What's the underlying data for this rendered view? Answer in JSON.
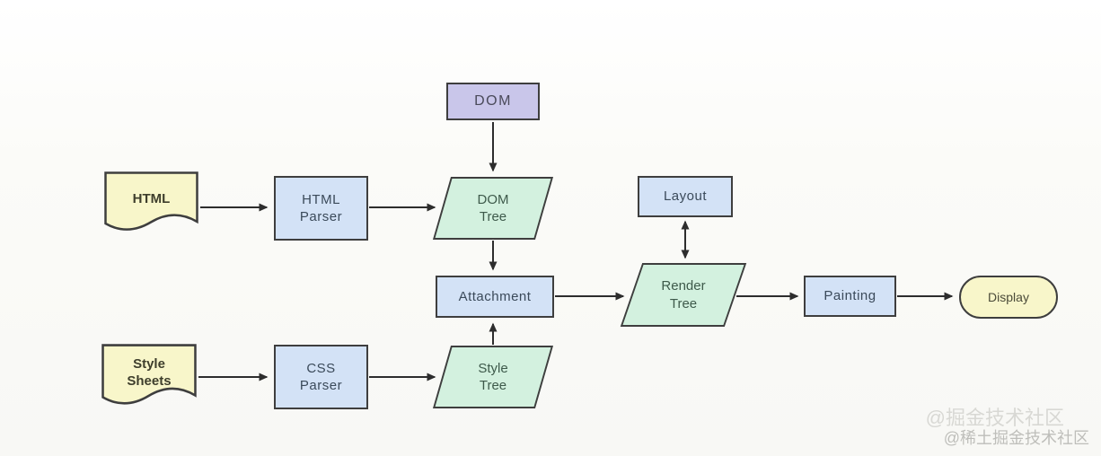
{
  "nodes": {
    "dom": {
      "label": "DOM"
    },
    "html_doc": {
      "label": "HTML"
    },
    "html_parser": {
      "label": "HTML\nParser"
    },
    "dom_tree": {
      "label": "DOM\nTree"
    },
    "layout": {
      "label": "Layout"
    },
    "attachment": {
      "label": "Attachment"
    },
    "render_tree": {
      "label": "Render\nTree"
    },
    "painting": {
      "label": "Painting"
    },
    "display": {
      "label": "Display"
    },
    "style_sheets": {
      "label": "Style\nSheets"
    },
    "css_parser": {
      "label": "CSS\nParser"
    },
    "style_tree": {
      "label": "Style\nTree"
    }
  },
  "edges": [
    {
      "from": "DOM",
      "to": "DOM Tree",
      "bidirectional": false
    },
    {
      "from": "HTML",
      "to": "HTML Parser",
      "bidirectional": false
    },
    {
      "from": "HTML Parser",
      "to": "DOM Tree",
      "bidirectional": false
    },
    {
      "from": "DOM Tree",
      "to": "Attachment",
      "bidirectional": false
    },
    {
      "from": "Layout",
      "to": "Render Tree",
      "bidirectional": true
    },
    {
      "from": "Attachment",
      "to": "Render Tree",
      "bidirectional": false
    },
    {
      "from": "Render Tree",
      "to": "Painting",
      "bidirectional": false
    },
    {
      "from": "Painting",
      "to": "Display",
      "bidirectional": false
    },
    {
      "from": "Style Sheets",
      "to": "CSS Parser",
      "bidirectional": false
    },
    {
      "from": "CSS Parser",
      "to": "Style Tree",
      "bidirectional": false
    },
    {
      "from": "Style Tree",
      "to": "Attachment",
      "bidirectional": false
    }
  ],
  "watermark": {
    "line1": "@掘金技术社区",
    "line2": "@稀土掘金技术社区"
  },
  "colors": {
    "purple": "#c9c6ea",
    "blue": "#d3e2f6",
    "green": "#d3f1df",
    "yellow": "#f8f6ca",
    "border": "#3e3e3e",
    "arrow": "#2d2d2d",
    "text-blue": "#3b4a5a",
    "text-green": "#3e5a4b",
    "text-yellow": "#3e3e2c",
    "text-purple": "#4a4a5a",
    "watermark1": "#d8d8d4",
    "watermark2": "#bebeba"
  }
}
